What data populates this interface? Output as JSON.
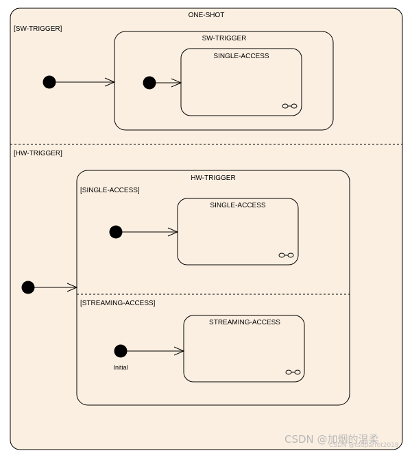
{
  "diagram": {
    "outer_state": {
      "name": "ONE-SHOT"
    },
    "regions": {
      "sw": {
        "guard": "[SW-TRIGGER]"
      },
      "hw": {
        "guard": "[HW-TRIGGER]"
      }
    },
    "sw_state": {
      "name": "SW-TRIGGER",
      "inner_state": {
        "name": "SINGLE-ACCESS"
      }
    },
    "hw_state": {
      "name": "HW-TRIGGER",
      "regions": {
        "single": {
          "guard": "[SINGLE-ACCESS]"
        },
        "streaming": {
          "guard": "[STREAMING-ACCESS]"
        }
      },
      "single_state": {
        "name": "SINGLE-ACCESS"
      },
      "streaming_state": {
        "name": "STREAMING-ACCESS"
      },
      "initial_label": "Initial"
    }
  },
  "watermark": {
    "main": "CSDN @加烟的温柔",
    "small": "CSDN @tsdparrot2018"
  }
}
